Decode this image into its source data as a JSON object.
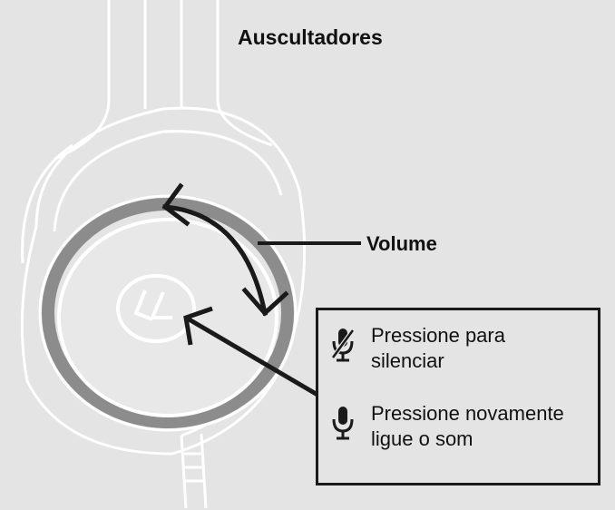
{
  "labels": {
    "title": "Auscultadores",
    "volume": "Volume"
  },
  "info_box": {
    "mute_line1": "Pressione para",
    "mute_line2": "silenciar",
    "unmute_line1": "Pressione novamente",
    "unmute_line2": "ligue o som"
  },
  "icons": {
    "mute": "mic-muted-icon",
    "unmute": "mic-icon"
  },
  "colors": {
    "background": "#e4e4e4",
    "line": "#1a1a1a",
    "ring": "#8c8c8c",
    "outline": "#ffffff"
  }
}
